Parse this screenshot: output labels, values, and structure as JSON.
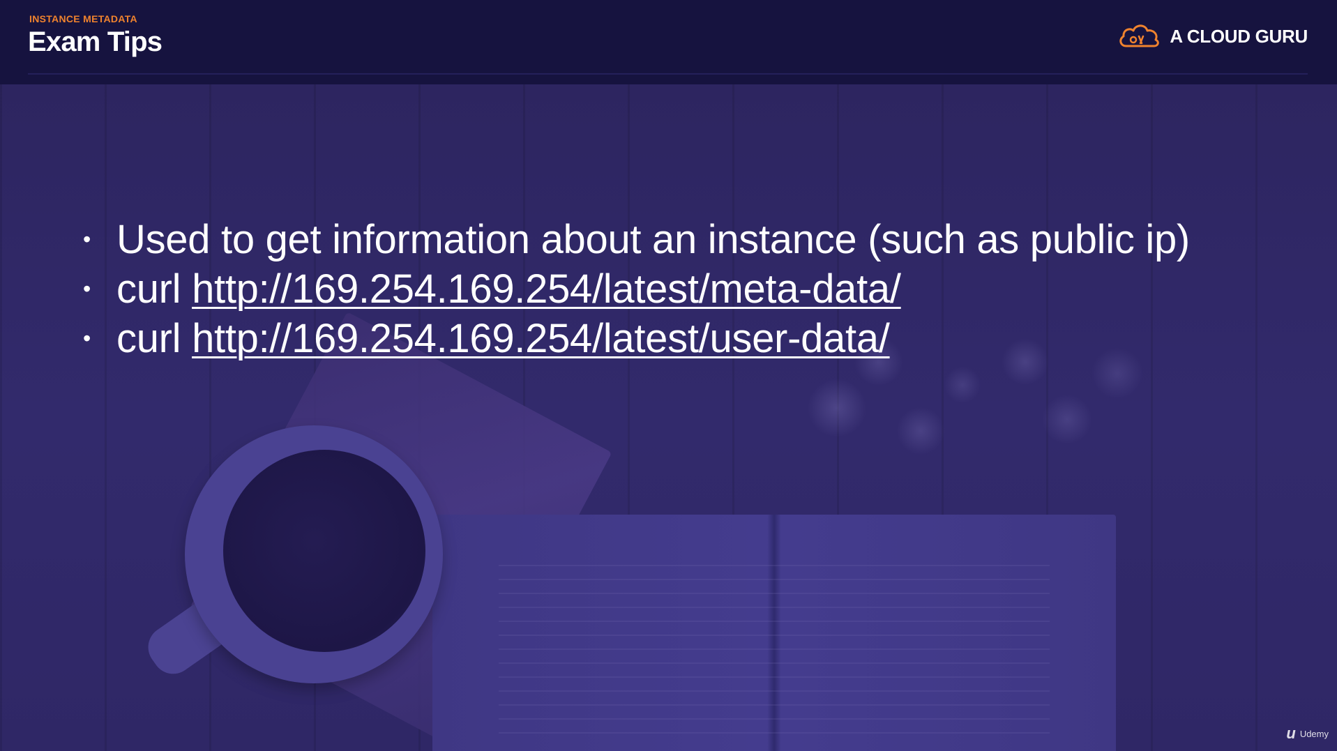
{
  "header": {
    "kicker": "INSTANCE METADATA",
    "title": "Exam Tips",
    "brand_name": "A CLOUD GURU",
    "brand_logo_icon": "cloud-icon"
  },
  "colors": {
    "header_bg": "#16133f",
    "kicker": "#f0832e",
    "slide_bg": "#2d2560",
    "text": "#ffffff"
  },
  "bullets": [
    {
      "text": "Used to get information about an instance (such as public ip)"
    },
    {
      "prefix": "curl ",
      "link": "http://169.254.169.254/latest/meta-data/"
    },
    {
      "prefix": "curl ",
      "link": "http://169.254.169.254/latest/user-data/"
    }
  ],
  "watermark": {
    "icon": "udemy-logo-icon",
    "label": "Udemy"
  }
}
